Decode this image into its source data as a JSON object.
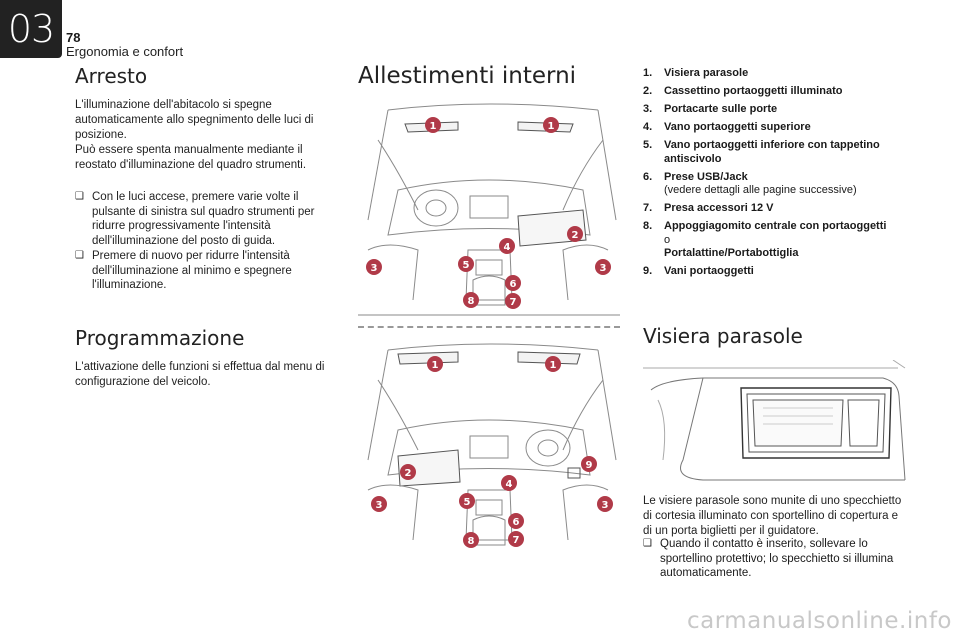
{
  "header": {
    "chapter": "03",
    "page_number": "78",
    "section": "Ergonomia e confort"
  },
  "arresto": {
    "title": "Arresto",
    "paragraph": "L'illuminazione dell'abitacolo si spegne automaticamente allo spegnimento delle luci di posizione.\nPuò essere spenta manualmente mediante il reostato d'illuminazione del quadro strumenti.",
    "bullets": [
      "Con le luci accese, premere varie volte il pulsante di sinistra sul quadro strumenti per ridurre progressivamente l'intensità dell'illuminazione del posto di guida.",
      "Premere di nuovo per ridurre l'intensità dell'illuminazione al minimo e spegnere l'illuminazione."
    ]
  },
  "programmazione": {
    "title": "Programmazione",
    "paragraph": "L'attivazione delle funzioni si effettua dal menu di configurazione del veicolo."
  },
  "allestimenti": {
    "title": "Allestimenti interni",
    "items": [
      {
        "num": "1.",
        "title": "Visiera parasole"
      },
      {
        "num": "2.",
        "title": "Cassettino portaoggetti illuminato"
      },
      {
        "num": "3.",
        "title": "Portacarte sulle porte"
      },
      {
        "num": "4.",
        "title": "Vano portaoggetti superiore"
      },
      {
        "num": "5.",
        "title": "Vano portaoggetti inferiore con tappetino antiscivolo"
      },
      {
        "num": "6.",
        "title": "Prese USB/Jack",
        "sub": "(vedere dettagli alle pagine successive)"
      },
      {
        "num": "7.",
        "title": "Presa accessori 12 V"
      },
      {
        "num": "8.",
        "title": "Appoggiagomito centrale con portaoggetti",
        "sub": "o",
        "title2": "Portalattine/Portabottiglia"
      },
      {
        "num": "9.",
        "title": "Vani portaoggetti"
      }
    ],
    "markers_top": [
      "1",
      "1",
      "2",
      "3",
      "4",
      "5",
      "3",
      "6",
      "8",
      "7"
    ],
    "markers_bottom": [
      "1",
      "1",
      "9",
      "2",
      "4",
      "3",
      "5",
      "3",
      "6",
      "8",
      "7"
    ]
  },
  "visiera": {
    "title": "Visiera parasole",
    "paragraph": "Le visiere parasole sono munite di uno specchietto di cortesia illuminato con sportellino di copertura e di un porta biglietti per il guidatore.",
    "bullet": "Quando il contatto è inserito, sollevare lo sportellino protettivo; lo specchietto si illumina automaticamente."
  },
  "colors": {
    "marker": "#b03a48",
    "badge": "#222222",
    "line": "#8a8a8a"
  },
  "icons": {
    "bullet": "arrow-right-icon"
  },
  "watermark": "carmanualsonline.info"
}
